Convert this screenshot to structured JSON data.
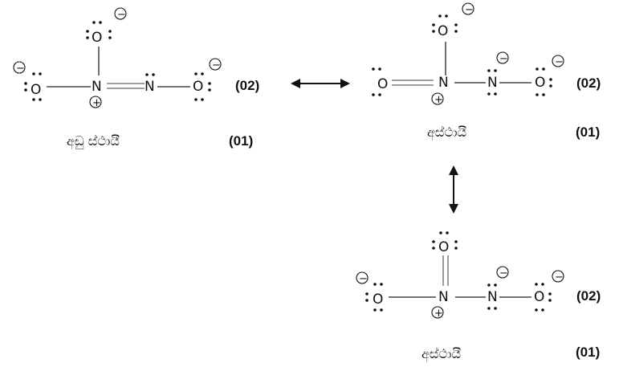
{
  "atoms": {
    "oxygen": "O",
    "nitrogen": "N"
  },
  "charges": {
    "negative": "−",
    "positive": "+"
  },
  "structures": [
    {
      "score": "(02)",
      "caption": "අඩු ස්ථායී",
      "caption_score": "(01)"
    },
    {
      "score": "(02)",
      "caption": "අස්ථායී",
      "caption_score": "(01)"
    },
    {
      "score": "(02)",
      "caption": "අස්ථායී",
      "caption_score": "(01)"
    }
  ]
}
